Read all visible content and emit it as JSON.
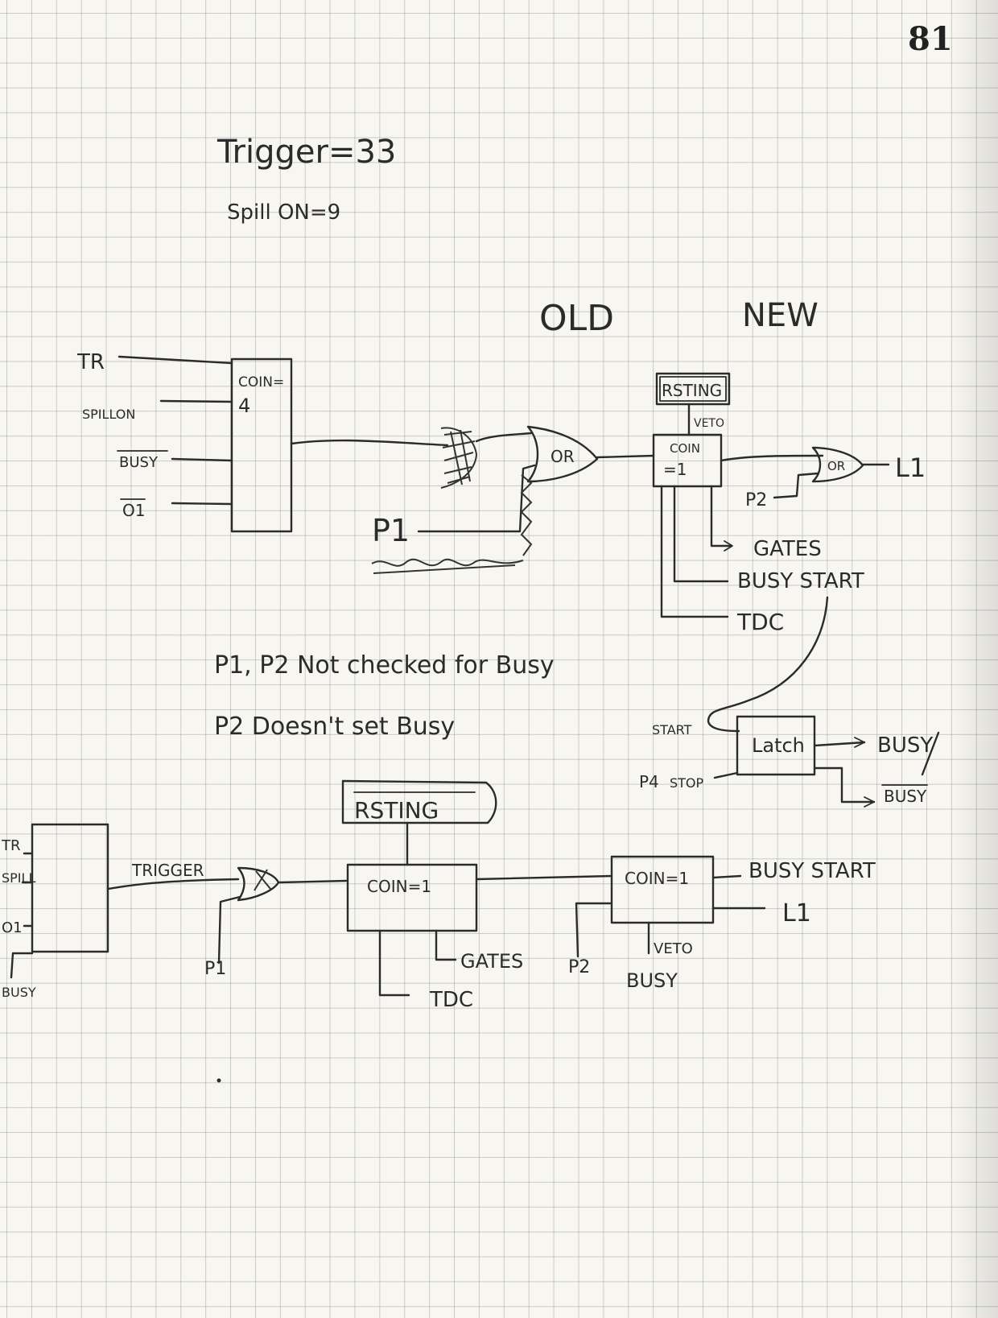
{
  "page_number": "81",
  "notes": {
    "trigger_count": "Trigger=33",
    "spill_on_count": "Spill ON=9",
    "old_label": "OLD",
    "new_label": "NEW",
    "note_1": "P1, P2 Not checked for Busy",
    "note_2": "P2 Doesn't set Busy"
  },
  "old_circuit": {
    "inputs": [
      "TR",
      "SPILLON",
      "BUSY",
      "O1"
    ],
    "coin_label": "COIN=",
    "coin_value": "4",
    "or_gate": "OR",
    "p1": "P1",
    "veto_box": "RSTING",
    "veto": "VETO",
    "coin1_label": "COIN",
    "coin1_value": "=1",
    "or2_gate": "OR",
    "p2": "P2",
    "l1": "L1",
    "gates": "GATES",
    "busy_start": "BUSY START",
    "tdc": "TDC"
  },
  "latch": {
    "start": "START",
    "stop": "STOP",
    "p4": "P4",
    "latch_label": "Latch",
    "busy": "BUSY",
    "busy_bar": "BUSY"
  },
  "new_circuit": {
    "inputs": [
      "TR",
      "SPILL",
      "O1",
      "BUSY"
    ],
    "trigger": "TRIGGER",
    "p1": "P1",
    "veto_box": "RSTING",
    "coin_a": "COIN=1",
    "gates": "GATES",
    "tdc": "TDC",
    "p2": "P2",
    "coin_b": "COIN=1",
    "veto": "VETO",
    "busy": "BUSY",
    "busy_start": "BUSY START",
    "l1": "L1"
  }
}
